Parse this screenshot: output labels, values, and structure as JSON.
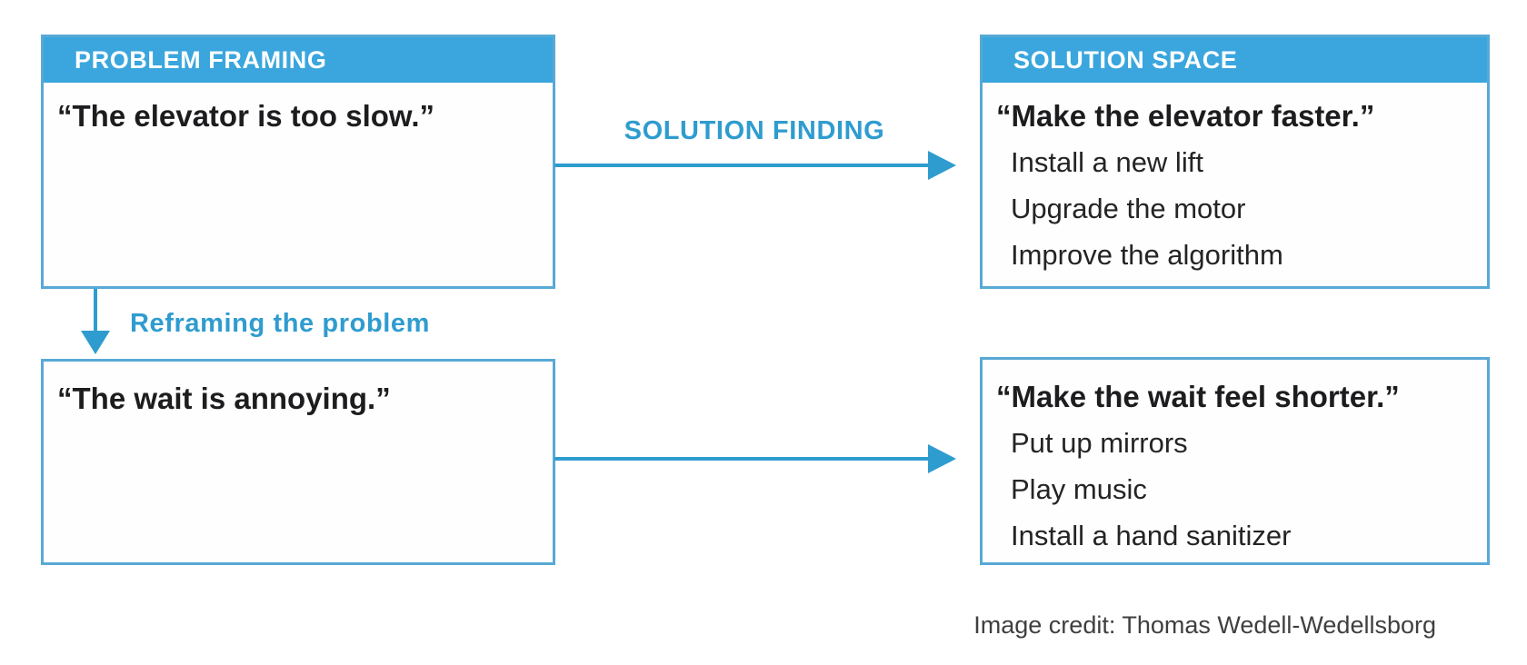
{
  "diagram": {
    "problem_box": {
      "header": "PROBLEM FRAMING",
      "quote": "“The elevator is too slow.”"
    },
    "solution_box": {
      "header": "SOLUTION SPACE",
      "quote": "“Make the elevator faster.”",
      "items": [
        "Install a new lift",
        "Upgrade the motor",
        "Improve the algorithm"
      ]
    },
    "reframed_problem_box": {
      "quote": "“The wait is annoying.”"
    },
    "reframed_solution_box": {
      "quote": "“Make the wait feel shorter.”",
      "items": [
        "Put up mirrors",
        "Play music",
        "Install a hand sanitizer"
      ]
    },
    "labels": {
      "solution_finding": "SOLUTION FINDING",
      "reframing": "Reframing the problem"
    },
    "credit": "Image credit: Thomas Wedell-Wedellsborg",
    "colors": {
      "header_bg": "#3aa6dd",
      "border": "#58a9d5",
      "accent": "#2f9ccf",
      "text": "#1d1d1f",
      "item_text": "#242424",
      "credit_text": "#3f3f3f"
    }
  }
}
